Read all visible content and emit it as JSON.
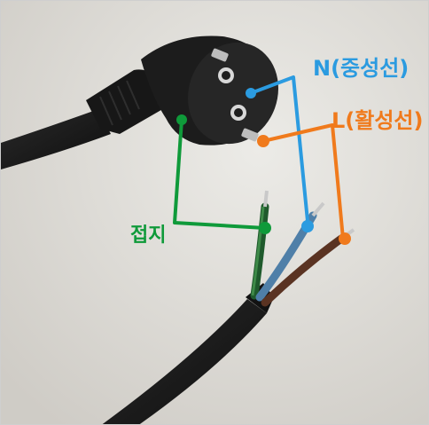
{
  "labels": {
    "neutral": "N(중성선)",
    "live": "L(활성선)",
    "ground": "접지"
  },
  "colors": {
    "neutral": "#2b9be0",
    "live": "#f07a1c",
    "ground": "#0f9a3a",
    "background": "#e3e1dc",
    "cable": "#1a1a1a",
    "brown_wire": "#5a3322",
    "blue_wire": "#4f7fa8"
  }
}
